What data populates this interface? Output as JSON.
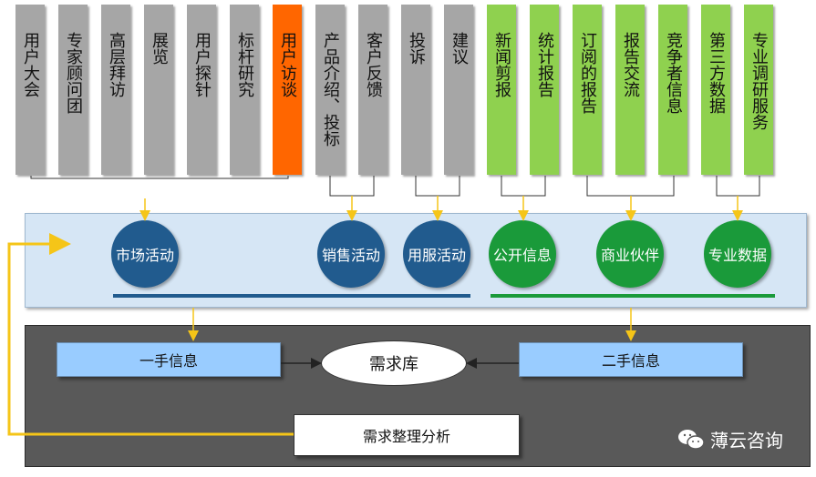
{
  "sources": [
    {
      "label": "用户大会"
    },
    {
      "label": "专家顾问团"
    },
    {
      "label": "高层拜访"
    },
    {
      "label": "展览"
    },
    {
      "label": "用户探针"
    },
    {
      "label": "标杆研究"
    },
    {
      "label": "用户访谈"
    },
    {
      "label": "产品介绍、投标"
    },
    {
      "label": "客户反馈"
    },
    {
      "label": "投诉"
    },
    {
      "label": "建议"
    },
    {
      "label": "新闻剪报"
    },
    {
      "label": "统计报告"
    },
    {
      "label": "订阅的报告"
    },
    {
      "label": "报告交流"
    },
    {
      "label": "竞争者信息"
    },
    {
      "label": "第三方数据"
    },
    {
      "label": "专业调研服务"
    }
  ],
  "channels": [
    {
      "label": "市场活动"
    },
    {
      "label": "销售活动"
    },
    {
      "label": "用服活动"
    },
    {
      "label": "公开信息"
    },
    {
      "label": "商业伙伴"
    },
    {
      "label": "专业数据"
    }
  ],
  "process": {
    "first_hand": "一手信息",
    "second_hand": "二手信息",
    "requirements_db": "需求库",
    "analysis": "需求整理分析"
  },
  "brand": {
    "name": "薄云咨询",
    "icon": "wechat-icon"
  },
  "colors": {
    "gray": "#a6a6a6",
    "highlight": "#ff6600",
    "green": "#8fd14f",
    "circle_blue": "#215b8e",
    "circle_green": "#1a9a3a",
    "band": "#d6e6f5",
    "info_box": "#99ccff",
    "dark_panel": "#595959",
    "feedback_line": "#f5c518"
  }
}
